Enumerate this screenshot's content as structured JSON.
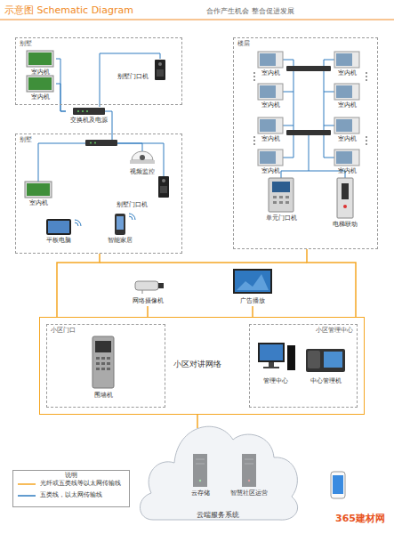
{
  "diagram": {
    "title": "示意图 Schematic Diagram",
    "nodes": [
      {
        "text": [
          "别墅"
        ]
      },
      {
        "text": [
          "室内机"
        ],
        "in": 0
      },
      {
        "text": [
          "室内机"
        ],
        "in": 0
      },
      {
        "text": [
          "别墅门口机"
        ],
        "in": 0
      },
      {
        "text": [
          "交换机及电源"
        ]
      },
      {
        "text": [
          "别墅"
        ]
      },
      {
        "text": [
          "视频监控"
        ],
        "in": 5
      },
      {
        "text": [
          "室内机"
        ],
        "in": 5
      },
      {
        "text": [
          "别墅门口机"
        ],
        "in": 5
      },
      {
        "text": [
          "平板电脑"
        ],
        "in": 5
      },
      {
        "text": [
          "智能家居"
        ],
        "in": 5
      },
      {
        "text": [
          "楼层"
        ]
      },
      {
        "text": [
          "室内机"
        ],
        "in": 11
      },
      {
        "text": [
          "室内机"
        ],
        "in": 11
      },
      {
        "text": [
          "室内机"
        ],
        "in": 11
      },
      {
        "text": [
          "室内机"
        ],
        "in": 11
      },
      {
        "text": [
          "室内机"
        ],
        "in": 11
      },
      {
        "text": [
          "室内机"
        ],
        "in": 11
      },
      {
        "text": [
          "室内机"
        ],
        "in": 11
      },
      {
        "text": [
          "室内机"
        ],
        "in": 11
      },
      {
        "text": [
          "单元门口机"
        ],
        "in": 11
      },
      {
        "text": [
          "电梯联动"
        ],
        "in": 11
      },
      {
        "text": [
          "网络摄像机"
        ]
      },
      {
        "text": [
          "广告播放"
        ]
      },
      {
        "text": [
          "小区对讲网络"
        ]
      },
      {
        "text": [
          "小区门口"
        ],
        "in": 24
      },
      {
        "text": [
          "围墙机"
        ],
        "in": 25
      },
      {
        "text": [
          "小区管理中心"
        ],
        "in": 24
      },
      {
        "text": [
          "管理中心"
        ],
        "in": 27
      },
      {
        "text": [
          "中心管理机"
        ],
        "in": 27
      },
      {
        "text": [
          "云端服务系统"
        ]
      },
      {
        "text": [
          "云存储"
        ],
        "in": 30
      },
      {
        "text": [
          "智慧社区运营"
        ],
        "in": 30
      }
    ],
    "edges": [
      {
        "from": 1,
        "to": 4,
        "arrow": "none"
      },
      {
        "from": 2,
        "to": 4,
        "arrow": "none"
      },
      {
        "from": 3,
        "to": 4,
        "arrow": "none"
      },
      {
        "from": 5,
        "to": 24,
        "arrow": "none"
      },
      {
        "from": 11,
        "to": 24,
        "arrow": "none"
      },
      {
        "from": 22,
        "to": 24,
        "arrow": "none"
      },
      {
        "from": 23,
        "to": 24,
        "arrow": "none"
      },
      {
        "from": 24,
        "to": 30,
        "arrow": "none"
      }
    ],
    "labels": [
      "合作产生机会 整合促进发展",
      "说明",
      "365建材网"
    ],
    "legend": [
      {
        "text": "光纤或五类线等以太网传输线"
      },
      {
        "text": "五类线，以太网传输线"
      }
    ]
  }
}
